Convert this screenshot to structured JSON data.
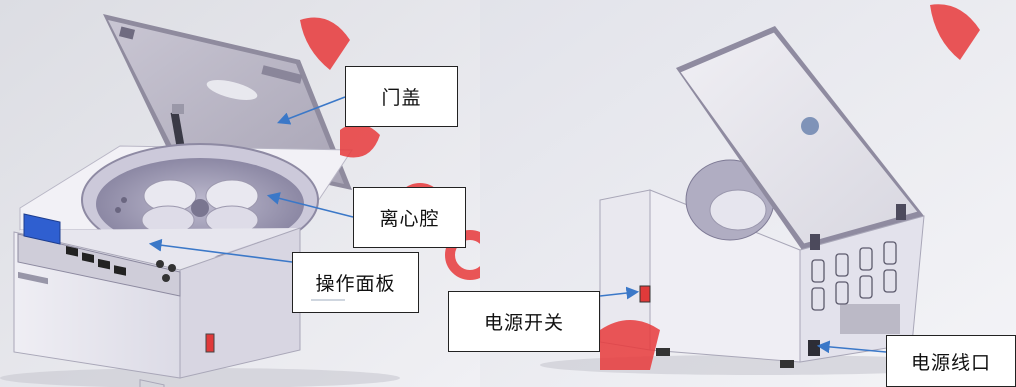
{
  "labels": {
    "lid": "门盖",
    "chamber": "离心腔",
    "control_panel": "操作面板",
    "power_switch": "电源开关",
    "power_cord": "电源线口"
  },
  "colors": {
    "body": "#e4e2ee",
    "lid": "#b8b4c4",
    "leader": "#3b78c8",
    "screen": "#2f5fd0",
    "watermark": "#e8393b"
  }
}
